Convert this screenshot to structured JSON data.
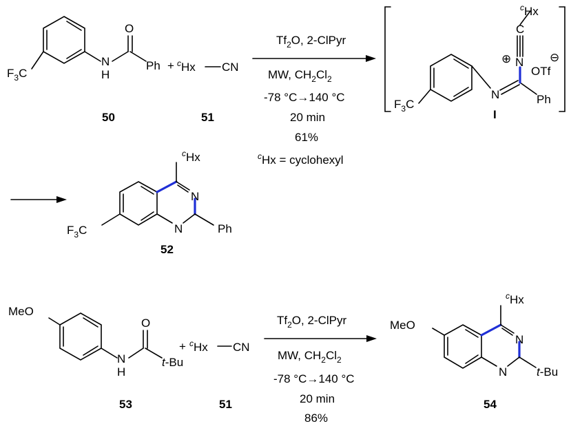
{
  "scheme1": {
    "cpd50_label": "50",
    "cpd51_label": "51",
    "plus": "+",
    "cf3": "F",
    "cf3_sub": "3",
    "cf3_c": "C",
    "NH_N": "N",
    "NH_H": "H",
    "O": "O",
    "Ph": "Ph",
    "hx_sup": "c",
    "hx": "Hx",
    "CN": "CN",
    "reagent1_a": "Tf",
    "reagent1_sub": "2",
    "reagent1_b": "O, 2-ClPyr",
    "cond_mw_a": "MW, CH",
    "cond_mw_sub1": "2",
    "cond_mw_b": "Cl",
    "cond_mw_sub2": "2",
    "cond_temp": "-78 °C→140 °C",
    "cond_time": "20 min",
    "cond_yield": "61%",
    "hx_def": "Hx = cyclohexyl",
    "intermediate_label": "I",
    "int_N": "N",
    "int_Nplus": "N",
    "int_plus": "⊕",
    "int_minus": "⊖",
    "int_C": "C",
    "int_OTf": "OTf",
    "product_label": "52",
    "prod_N1": "N",
    "prod_N3": "N"
  },
  "scheme2": {
    "cpd53_label": "53",
    "cpd51_label": "51",
    "plus": "+",
    "MeO": "MeO",
    "NH_N": "N",
    "NH_H": "H",
    "O": "O",
    "tBu_t": "t",
    "tBu": "-Bu",
    "hx_sup": "c",
    "hx": "Hx",
    "CN": "CN",
    "reagent1_a": "Tf",
    "reagent1_sub": "2",
    "reagent1_b": "O, 2-ClPyr",
    "cond_mw_a": "MW, CH",
    "cond_mw_sub1": "2",
    "cond_mw_b": "Cl",
    "cond_mw_sub2": "2",
    "cond_temp": "-78 °C→140 °C",
    "cond_time": "20 min",
    "cond_yield": "86%",
    "product_label": "54",
    "prod_N1": "N",
    "prod_N3": "N"
  },
  "colors": {
    "new_bond": "#1f2fd6"
  }
}
